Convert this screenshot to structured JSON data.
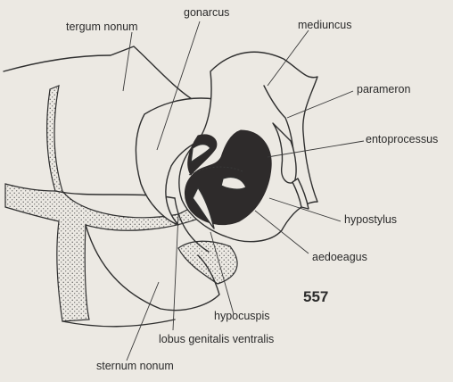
{
  "figure_number": "557",
  "labels": {
    "tergum_nonum": "tergum nonum",
    "gonarcus": "gonarcus",
    "mediuncus": "mediuncus",
    "parameron": "parameron",
    "entoprocessus": "entoprocessus",
    "hypostylus": "hypostylus",
    "aedoeagus": "aedoeagus",
    "hypocuspis": "hypocuspis",
    "lobus_genitalis_ventralis": "lobus genitalis ventralis",
    "sternum_nonum": "sternum nonum"
  }
}
